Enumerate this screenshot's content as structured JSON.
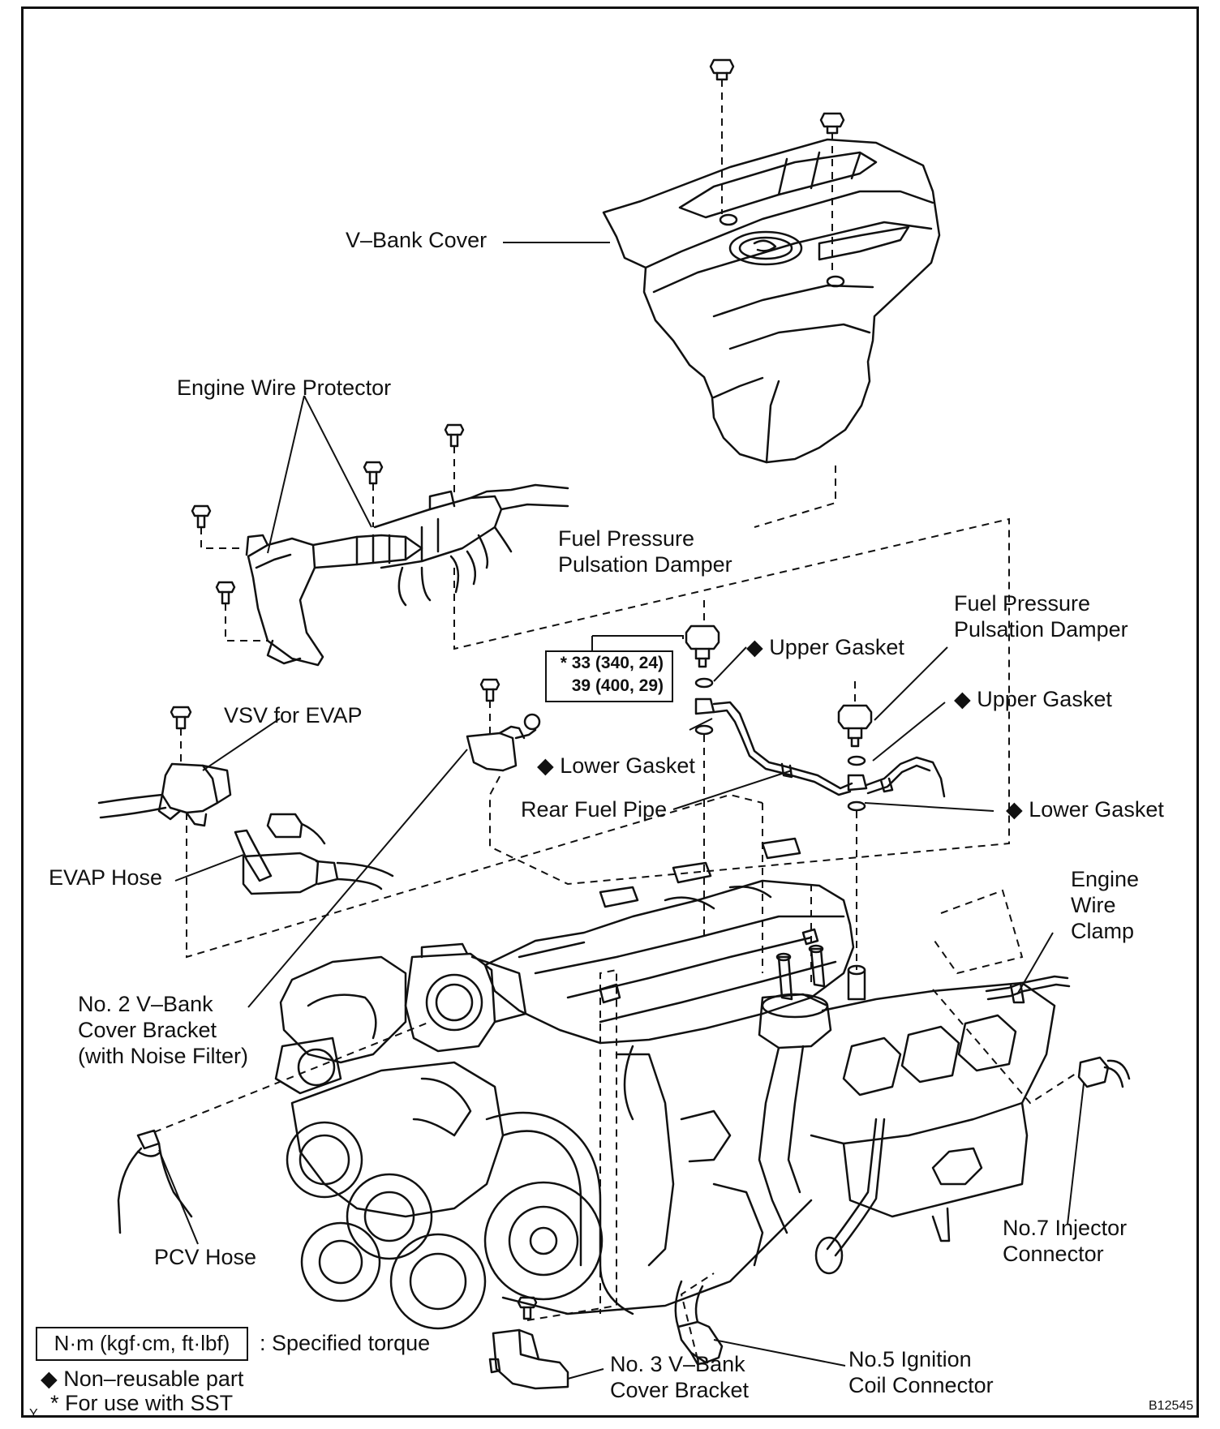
{
  "labels": {
    "v_bank_cover": "V–Bank Cover",
    "engine_wire_protector": "Engine Wire Protector",
    "fuel_damper_left": [
      "Fuel Pressure",
      "Pulsation Damper"
    ],
    "fuel_damper_right": [
      "Fuel Pressure",
      "Pulsation Damper"
    ],
    "upper_gasket_left": "◆ Upper Gasket",
    "upper_gasket_right": "◆ Upper Gasket",
    "lower_gasket_left": "◆ Lower Gasket",
    "lower_gasket_right": "◆ Lower Gasket",
    "vsv_evap": "VSV for EVAP",
    "rear_fuel_pipe": "Rear Fuel Pipe",
    "evap_hose": "EVAP Hose",
    "engine_wire_clamp": [
      "Engine",
      "Wire",
      "Clamp"
    ],
    "no2_bracket": [
      "No. 2 V–Bank",
      "Cover Bracket",
      "(with Noise Filter)"
    ],
    "pcv_hose": "PCV Hose",
    "no7_injector": [
      "No.7 Injector",
      "Connector"
    ],
    "no3_bracket": [
      "No. 3 V–Bank",
      "Cover Bracket"
    ],
    "no5_ignition": [
      "No.5 Ignition",
      "Coil Connector"
    ]
  },
  "torque": {
    "line1": "* 33 (340, 24)",
    "line2": "39 (400, 29)"
  },
  "legend": {
    "unit_box": "N·m (kgf·cm, ft·lbf)",
    "unit_desc": ": Specified torque",
    "non_reusable": "◆ Non–reusable part",
    "sst_note": "* For use with SST",
    "corner_mark": "Y"
  },
  "figure_code": "B12545"
}
